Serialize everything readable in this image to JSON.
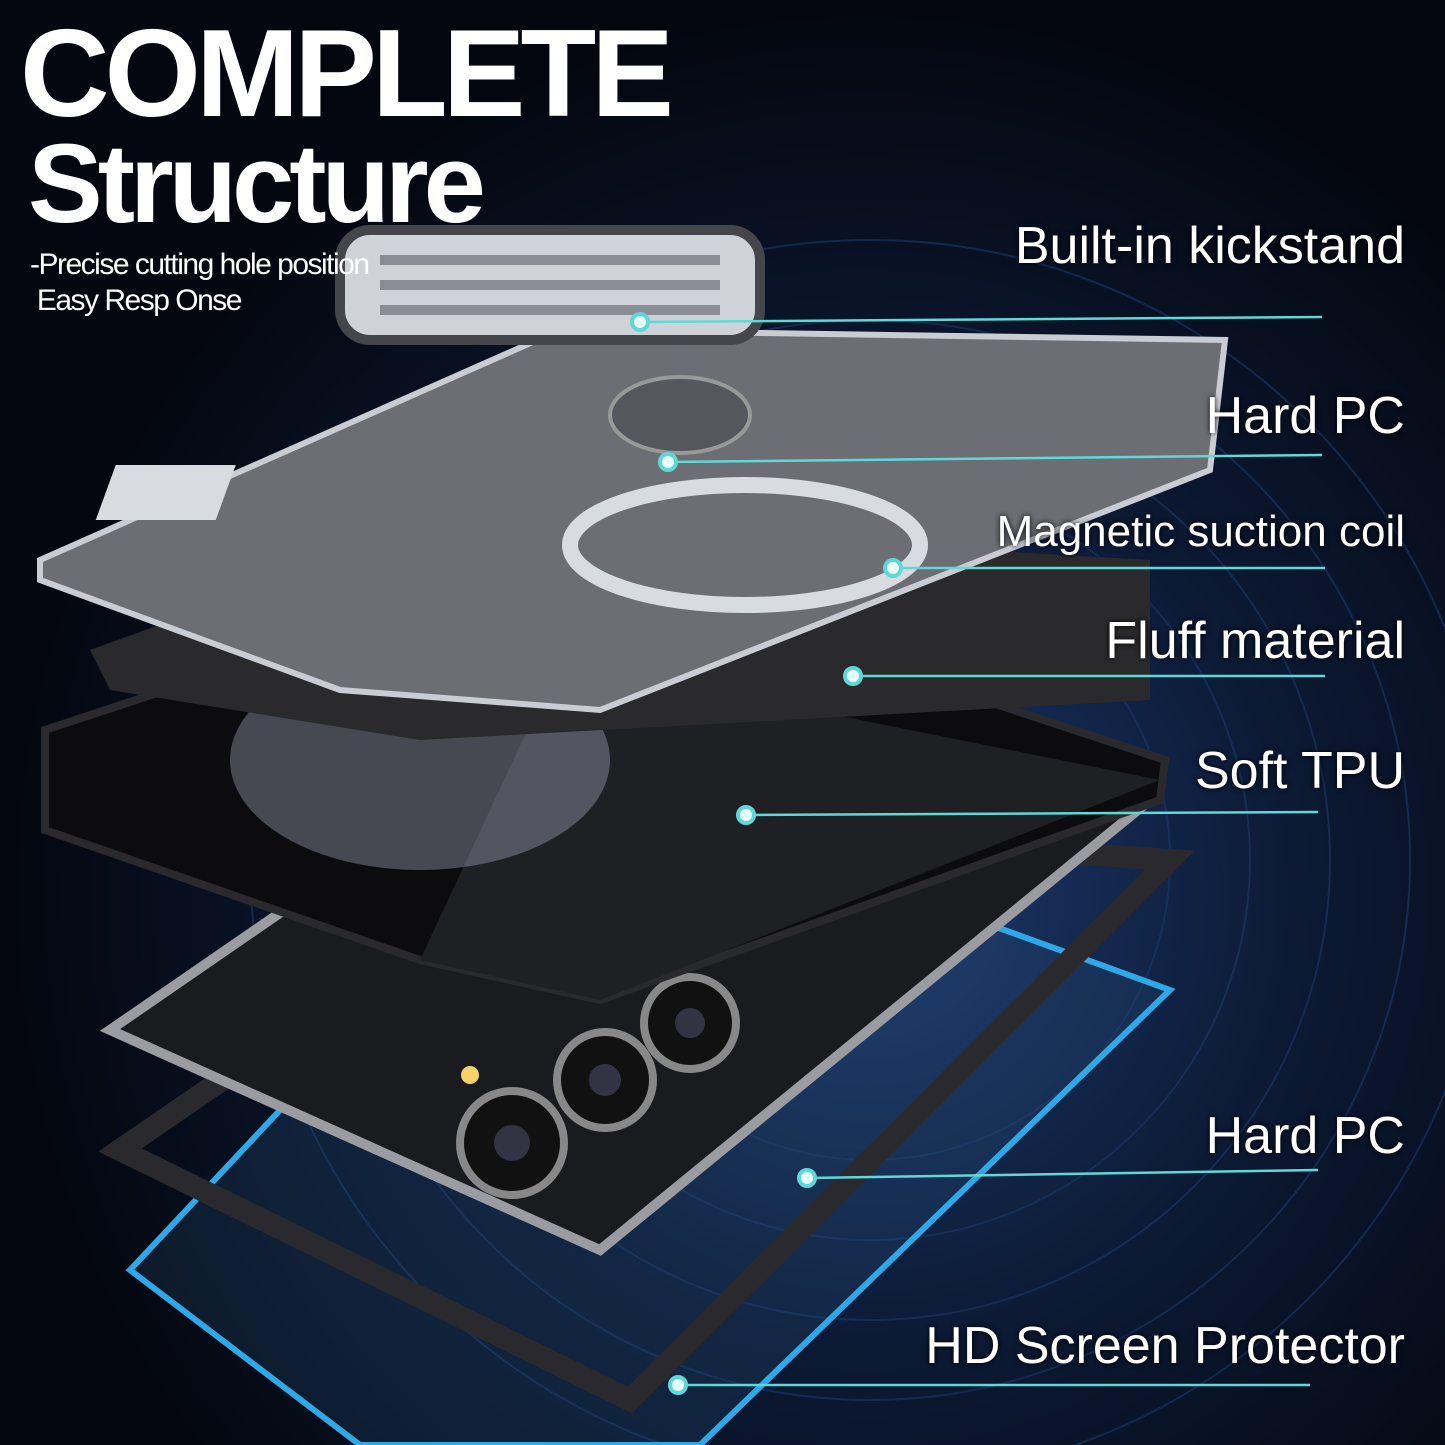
{
  "title": {
    "line1": "COMPLETE",
    "line2": "Structure"
  },
  "subtitle": {
    "line1": "-Precise cutting hole position",
    "line2": " Easy Resp Onse"
  },
  "labels": [
    {
      "text": "Built-in kickstand"
    },
    {
      "text": "Hard PC"
    },
    {
      "text": "Magnetic suction coil"
    },
    {
      "text": "Fluff material"
    },
    {
      "text": "Soft TPU"
    },
    {
      "text": "Hard PC"
    },
    {
      "text": "HD Screen Protector"
    }
  ],
  "colors": {
    "accent": "#5fd8d8",
    "protector": "#2fa8e8",
    "background": "#05070c"
  }
}
